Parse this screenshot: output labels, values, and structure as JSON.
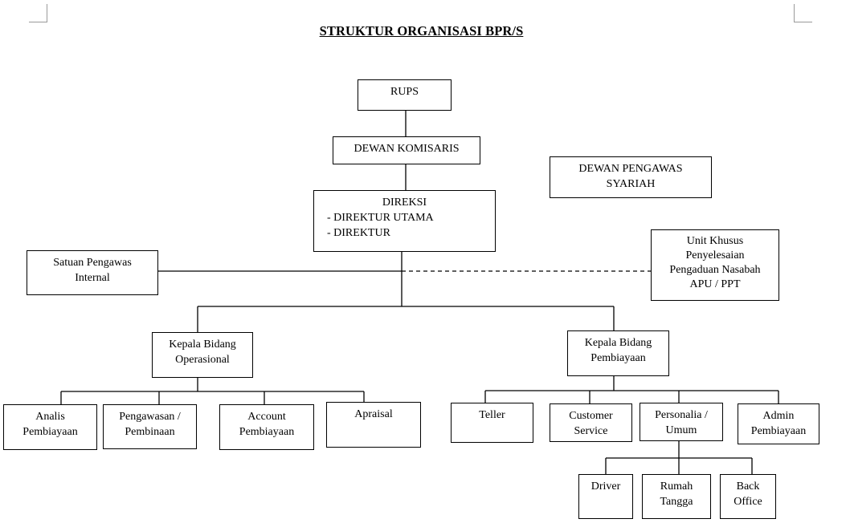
{
  "title": "STRUKTUR ORGANISASI BPR/S",
  "nodes": {
    "rups": "RUPS",
    "dewan_komisaris": "DEWAN KOMISARIS",
    "dewan_pengawas_syariah": [
      "DEWAN PENGAWAS",
      "SYARIAH"
    ],
    "direksi": {
      "head": "DIREKSI",
      "items": [
        "-   DIREKTUR UTAMA",
        "-   DIREKTUR"
      ]
    },
    "satuan_pengawas_internal": [
      "Satuan Pengawas",
      "Internal"
    ],
    "unit_khusus": [
      "Unit Khusus",
      "Penyelesaian",
      "Pengaduan Nasabah",
      "APU / PPT"
    ],
    "kepala_bidang_operasional": [
      "Kepala Bidang",
      "Operasional"
    ],
    "kepala_bidang_pembiayaan": [
      "Kepala Bidang",
      "Pembiayaan"
    ],
    "analis_pembiayaan": [
      "Analis",
      "Pembiayaan"
    ],
    "pengawasan_pembinaan": [
      "Pengawasan /",
      "Pembinaan"
    ],
    "account_pembiayaan": [
      "Account",
      "Pembiayaan"
    ],
    "apraisal": [
      "Apraisal"
    ],
    "teller": [
      "Teller"
    ],
    "customer_service": [
      "Customer",
      "Service"
    ],
    "personalia_umum": [
      "Personalia /",
      "Umum"
    ],
    "admin_pembiayaan": [
      "Admin",
      "Pembiayaan"
    ],
    "driver": [
      "Driver"
    ],
    "rumah_tangga": [
      "Rumah",
      "Tangga"
    ],
    "back_office": [
      "Back",
      "Office"
    ]
  }
}
